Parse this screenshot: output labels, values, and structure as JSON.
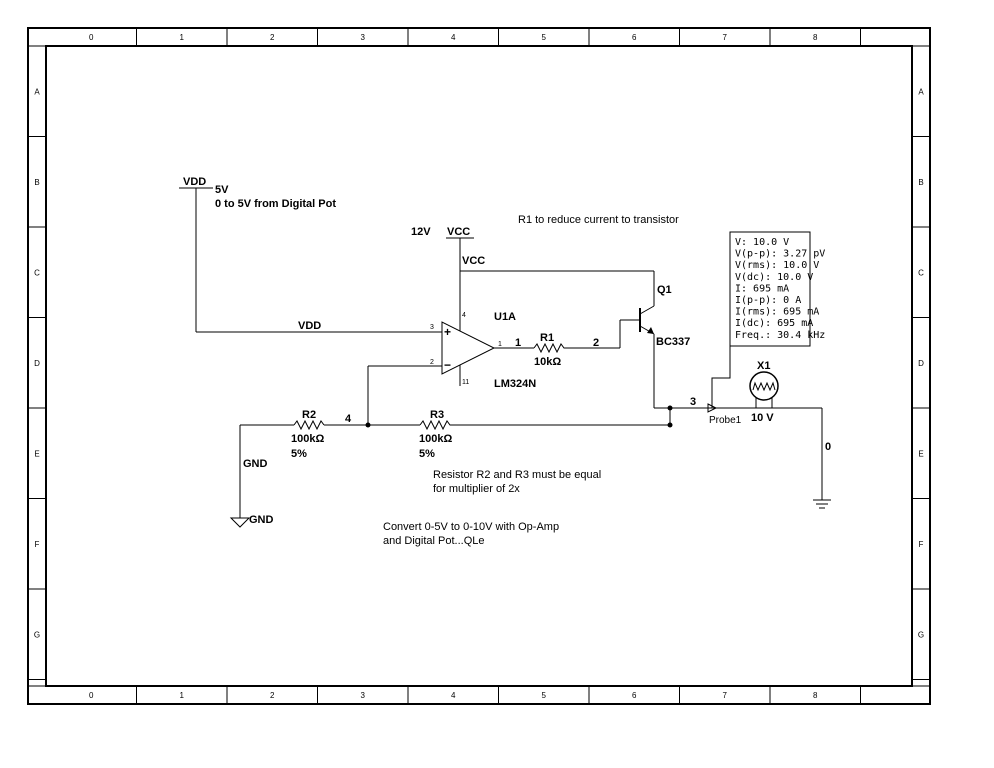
{
  "border": {
    "columns": [
      "0",
      "1",
      "2",
      "3",
      "4",
      "5",
      "6",
      "7",
      "8"
    ],
    "rows": [
      "A",
      "B",
      "C",
      "D",
      "E",
      "F",
      "G"
    ]
  },
  "supplies": {
    "vdd_name": "VDD",
    "vdd_value": "5V",
    "vdd_desc": "0 to 5V from Digital Pot",
    "vcc_value": "12V",
    "vcc_name": "VCC",
    "vcc_net": "VCC",
    "gnd_net": "GND",
    "gnd_symbol": "GND",
    "ground_net": "0"
  },
  "opamp": {
    "ref": "U1A",
    "part": "LM324N",
    "pin_noninv": "3",
    "pin_inv": "2",
    "pin_out": "1",
    "pin_vcc": "4",
    "pin_gnd": "11",
    "plus": "+",
    "minus": "−"
  },
  "resistors": {
    "r1": {
      "ref": "R1",
      "value": "10kΩ"
    },
    "r2": {
      "ref": "R2",
      "value": "100kΩ",
      "tol": "5%"
    },
    "r3": {
      "ref": "R3",
      "value": "100kΩ",
      "tol": "5%"
    }
  },
  "transistor": {
    "ref": "Q1",
    "part": "BC337"
  },
  "lamp": {
    "ref": "X1",
    "value": "10 V"
  },
  "nets": {
    "vdd": "VDD",
    "n1": "1",
    "n2": "2",
    "n3": "3",
    "n4": "4"
  },
  "probe": {
    "label": "Probe1",
    "lines": [
      "V: 10.0 V",
      "V(p-p): 3.27 pV",
      "V(rms): 10.0 V",
      "V(dc): 10.0 V",
      "I: 695 mA",
      "I(p-p): 0 A",
      "I(rms): 695 mA",
      "I(dc): 695 mA",
      "Freq.: 30.4 kHz"
    ]
  },
  "notes": {
    "r1_note": "R1 to reduce current to transistor",
    "equal_line1": "Resistor R2 and R3 must be equal",
    "equal_line2": "for multiplier of 2x",
    "convert_line1": "Convert 0-5V to 0-10V with Op-Amp",
    "convert_line2": "and Digital Pot...QLe"
  }
}
